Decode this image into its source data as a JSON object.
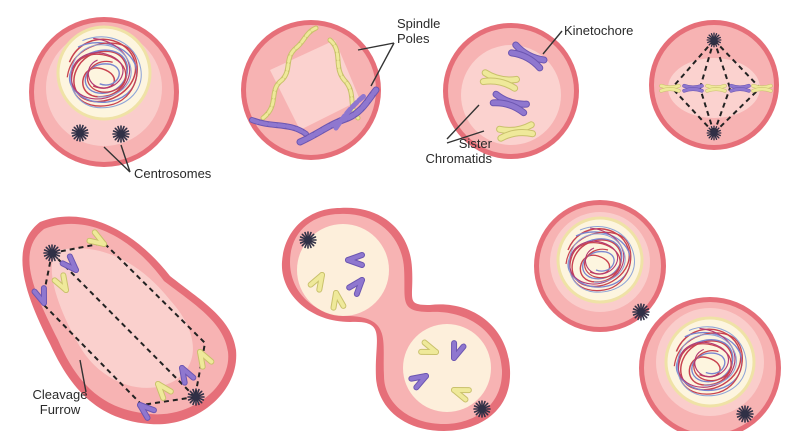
{
  "labels": {
    "spindle_poles": [
      "Spindle",
      "Poles"
    ],
    "kinetochore": "Kinetochore",
    "sister_chromatids": [
      "Sister",
      "Chromatids"
    ],
    "centrosomes": "Centrosomes",
    "cleavage_furrow": [
      "Cleavage",
      "Furrow"
    ]
  },
  "colors": {
    "cell_outer": "#e66f79",
    "cell_fill": "#f7b3b3",
    "cell_inner": "#fbd9d6",
    "nucleus_fill": "#fdf5df",
    "nucleus_border": "#efe2a6",
    "chromatid_yellow": "#efe99a",
    "chromatid_purple": "#8f77cf",
    "dna_red": "#c8424f",
    "dna_blue": "#7a86cf",
    "centrosome": "#303046"
  }
}
